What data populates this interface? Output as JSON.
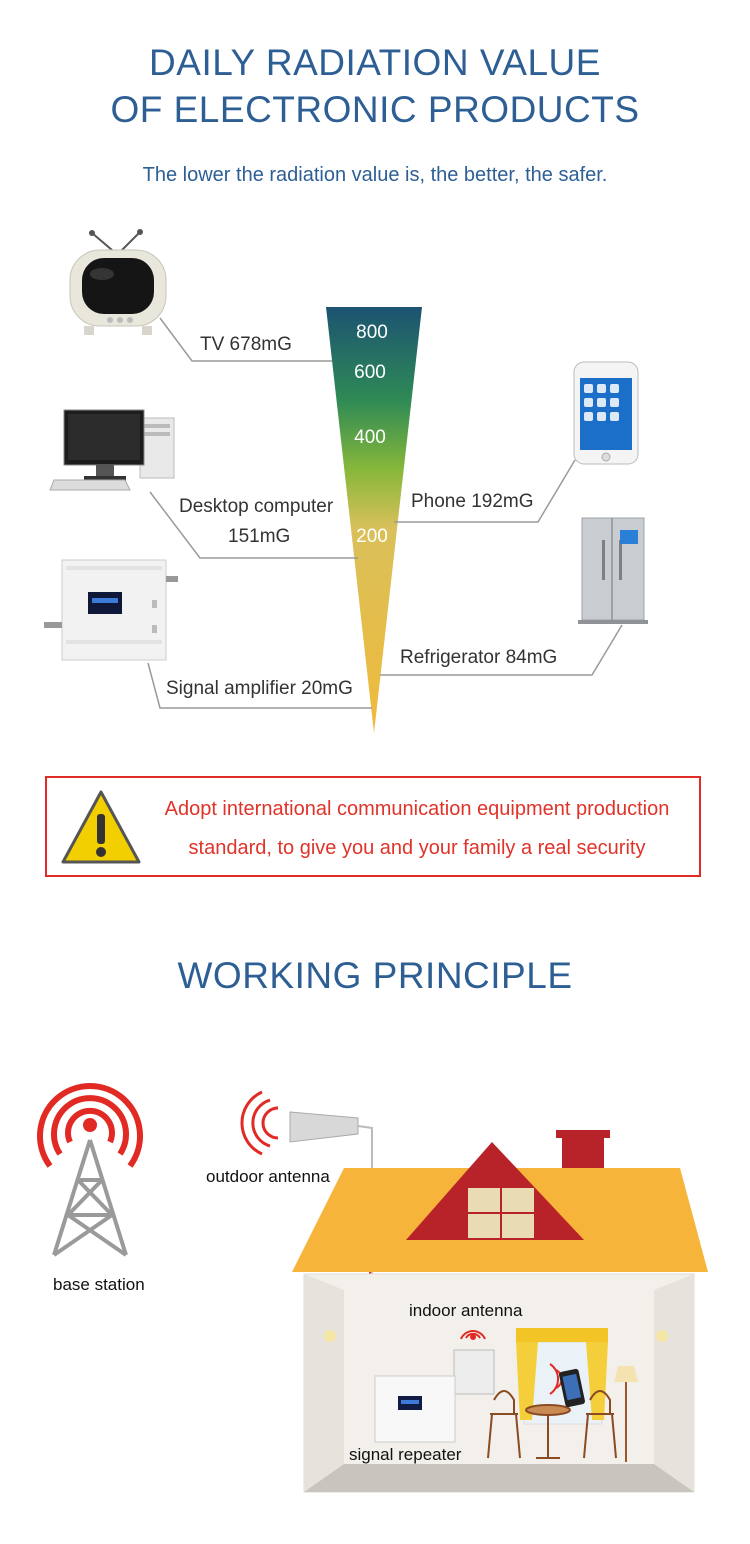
{
  "header": {
    "title_line1": "DAILY RADIATION VALUE",
    "title_line2": "OF ELECTRONIC PRODUCTS",
    "subtitle": "The lower the radiation value is, the better, the safer."
  },
  "radiation_scale": {
    "ticks": [
      "800",
      "600",
      "400",
      "200"
    ],
    "items": {
      "tv": "TV  678mG",
      "desktop_line1": "Desktop computer",
      "desktop_line2": "151mG",
      "phone": "Phone 192mG",
      "refrigerator": "Refrigerator  84mG",
      "amplifier": "Signal amplifier 20mG"
    }
  },
  "callout": {
    "line1": "Adopt international communication equipment production",
    "line2": "standard, to give you and your family a real security",
    "border_color": "#e02b27"
  },
  "principle": {
    "title": "WORKING PRINCIPLE",
    "base_station": "base station",
    "outdoor_antenna": "outdoor antenna",
    "indoor_antenna": "indoor antenna",
    "signal_repeater": "signal repeater"
  },
  "colors": {
    "title": "#2d5f95",
    "roof": "#f6b43a",
    "gable": "#b8232a",
    "signal": "#e12a24"
  }
}
